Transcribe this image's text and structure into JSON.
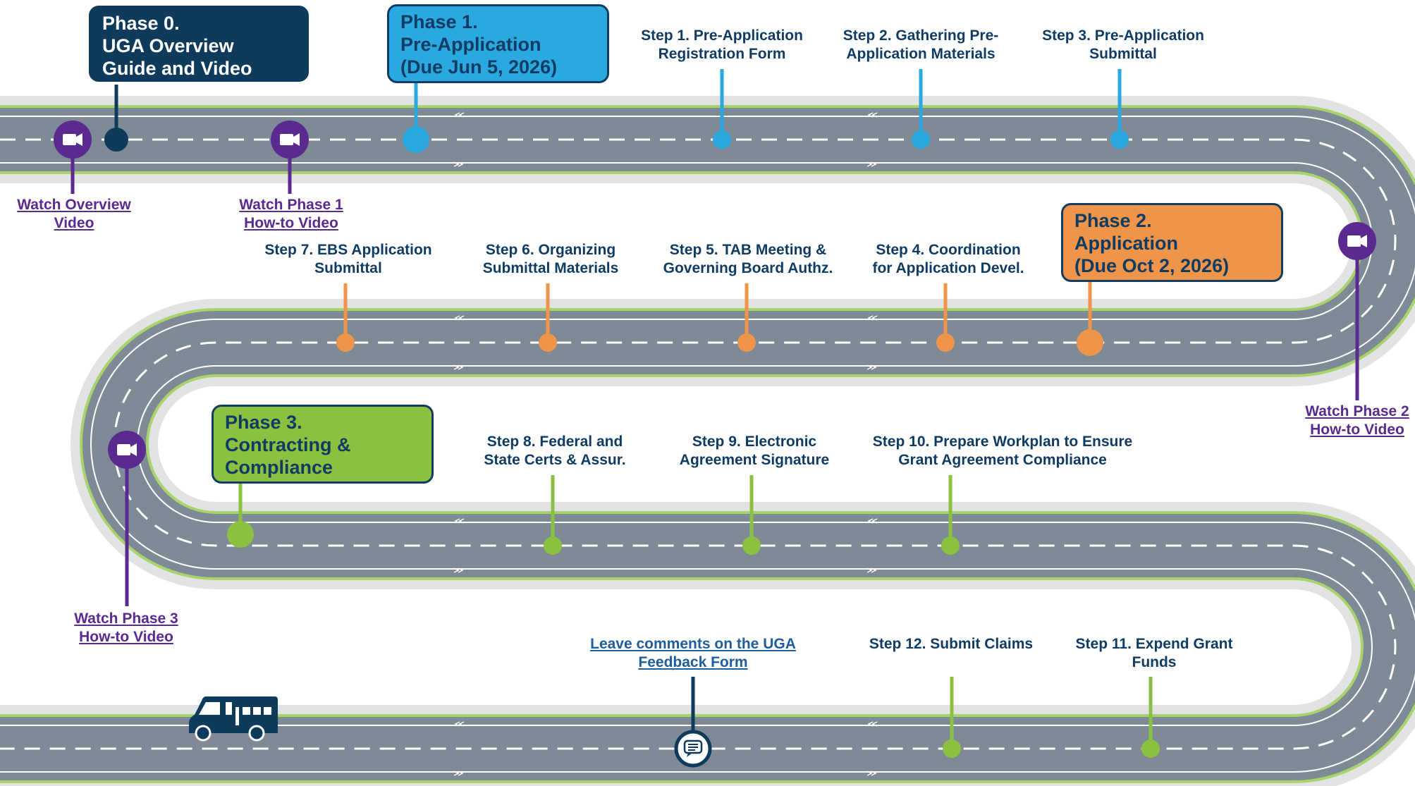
{
  "phases": {
    "phase0": {
      "line1": "Phase 0.",
      "line2": "UGA Overview",
      "line3": "Guide and Video",
      "color": "#0e3a5c"
    },
    "phase1": {
      "line1": "Phase 1.",
      "line2": "Pre-Application",
      "line3": "(Due Jun 5, 2026)",
      "color": "#2aa9e0"
    },
    "phase2": {
      "line1": "Phase 2.",
      "line2": "Application",
      "line3": "(Due Oct 2, 2026)",
      "color": "#ef9448"
    },
    "phase3": {
      "line1": "Phase 3.",
      "line2": "Contracting &",
      "line3": "Compliance",
      "color": "#8cc13f"
    }
  },
  "steps": {
    "step1": {
      "line1": "Step 1. Pre-Application",
      "line2": "Registration Form"
    },
    "step2": {
      "line1": "Step 2. Gathering Pre-",
      "line2": "Application Materials"
    },
    "step3": {
      "line1": "Step 3. Pre-Application",
      "line2": "Submittal"
    },
    "step4": {
      "line1": "Step 4. Coordination",
      "line2": "for Application Devel."
    },
    "step5": {
      "line1": "Step 5. TAB Meeting &",
      "line2": "Governing Board Authz."
    },
    "step6": {
      "line1": "Step 6. Organizing",
      "line2": "Submittal Materials"
    },
    "step7": {
      "line1": "Step 7. EBS Application",
      "line2": "Submittal"
    },
    "step8": {
      "line1": "Step 8. Federal and",
      "line2": "State Certs & Assur."
    },
    "step9": {
      "line1": "Step 9. Electronic",
      "line2": "Agreement Signature"
    },
    "step10": {
      "line1": "Step 10. Prepare Workplan to Ensure",
      "line2": "Grant Agreement Compliance"
    },
    "step11": {
      "line1": "Step 11. Expend Grant",
      "line2": "Funds"
    },
    "step12": {
      "line1": "Step 12. Submit Claims"
    }
  },
  "videos": {
    "overview": {
      "line1": "Watch Overview",
      "line2": "Video"
    },
    "phase1": {
      "line1": "Watch Phase 1",
      "line2": "How-to Video"
    },
    "phase2": {
      "line1": "Watch Phase 2",
      "line2": "How-to Video"
    },
    "phase3": {
      "line1": "Watch Phase 3",
      "line2": "How-to Video"
    }
  },
  "feedback": {
    "line1": "Leave comments on the UGA",
    "line2": "Feedback Form"
  },
  "icons": {
    "video": "video-camera-icon",
    "feedback": "comment-icon",
    "vehicle": "van-icon"
  },
  "colors": {
    "road": "#7e8a95",
    "road_edge": "#e1e3e5",
    "road_green": "#a9d46b",
    "navy": "#0e3a5c",
    "blue": "#2aa9e0",
    "orange": "#ef9448",
    "green": "#8cc13f",
    "purple": "#5a2a91",
    "text": "#103c63"
  }
}
